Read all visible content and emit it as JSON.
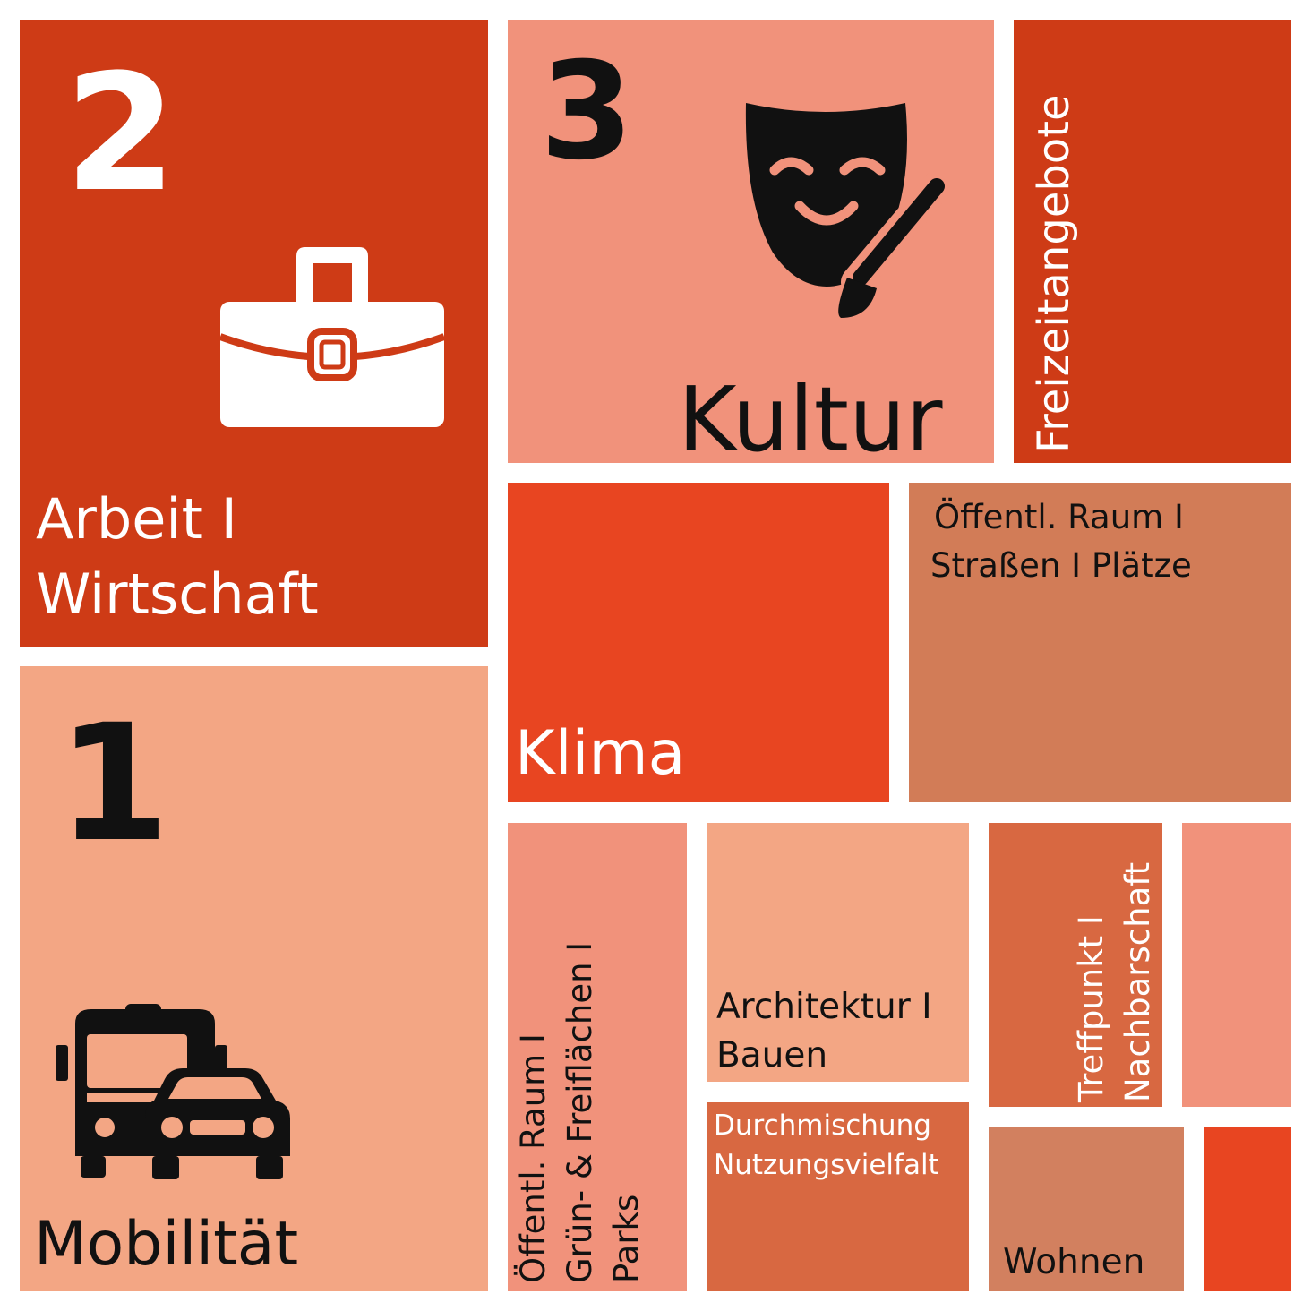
{
  "tiles": {
    "mobilitaet": {
      "rank": "1",
      "label": "Mobilität",
      "icon": "bus-car-icon",
      "color": "#F3A684"
    },
    "arbeit": {
      "rank": "2",
      "label_line1": "Arbeit I",
      "label_line2": "Wirtschaft",
      "icon": "briefcase-icon",
      "color": "#CE3B16"
    },
    "kultur": {
      "rank": "3",
      "label": "Kultur",
      "icon": "theater-mask-brush-icon",
      "color": "#F1927B"
    },
    "freizeit": {
      "label": "Freizeitangebote",
      "color": "#CE3B16"
    },
    "klima": {
      "label": "Klima",
      "color": "#E84521"
    },
    "strassen": {
      "label_line1": "Öffentl. Raum I",
      "label_line2": "Straßen I Plätze",
      "color": "#D27C57"
    },
    "gruen": {
      "label_line1": "Öffentl. Raum I",
      "label_line2": "Grün- & Freiflächen I",
      "label_line3": "Parks",
      "color": "#F1927B"
    },
    "architektur": {
      "label_line1": "Architektur I",
      "label_line2": "Bauen",
      "color": "#F3A684"
    },
    "durchmischung": {
      "label_line1": "Durchmischung",
      "label_line2": "Nutzungsvielfalt",
      "color": "#D86841"
    },
    "treffpunkt": {
      "label_line1": "Treffpunkt I",
      "label_line2": "Nachbarschaft",
      "color": "#D86841"
    },
    "blank_pink": {
      "color": "#F1927B"
    },
    "wohnen": {
      "label": "Wohnen",
      "color": "#D2805F"
    },
    "blank_red": {
      "color": "#E84521"
    }
  },
  "colors": {
    "text_dark": "#111111",
    "text_light": "#FFFFFF"
  }
}
